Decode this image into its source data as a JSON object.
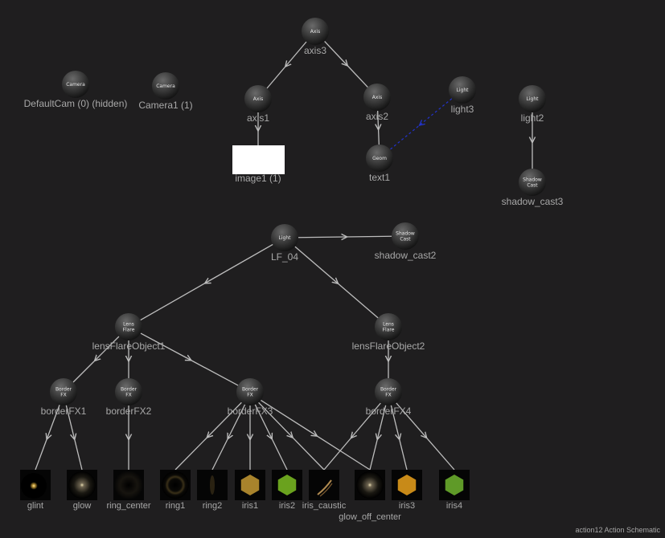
{
  "footer": "action12 Action Schematic",
  "types": {
    "axis": [
      "Axis"
    ],
    "camera": [
      "Camera"
    ],
    "light": [
      "Light"
    ],
    "geom": [
      "Geom"
    ],
    "shadow": [
      "Shadow",
      "Cast"
    ],
    "lens": [
      "Lens",
      "Flare"
    ],
    "border": [
      "Border",
      "FX"
    ]
  },
  "nodes": [
    {
      "id": "axis3",
      "label": "axis3",
      "type": "axis"
    },
    {
      "id": "defaultcam",
      "label": "DefaultCam (0) (hidden)",
      "type": "camera"
    },
    {
      "id": "camera1",
      "label": "Camera1 (1)",
      "type": "camera"
    },
    {
      "id": "axis1",
      "label": "axis1",
      "type": "axis"
    },
    {
      "id": "axis2",
      "label": "axis2",
      "type": "axis"
    },
    {
      "id": "light3",
      "label": "light3",
      "type": "light"
    },
    {
      "id": "light2",
      "label": "light2",
      "type": "light"
    },
    {
      "id": "image1",
      "label": "image1 (1)",
      "type": "image"
    },
    {
      "id": "text1",
      "label": "text1",
      "type": "geom"
    },
    {
      "id": "shadow_cast3",
      "label": "shadow_cast3",
      "type": "shadow"
    },
    {
      "id": "LF_04",
      "label": "LF_04",
      "type": "light"
    },
    {
      "id": "shadow_cast2",
      "label": "shadow_cast2",
      "type": "shadow"
    },
    {
      "id": "lfo1",
      "label": "lensFlareObject1",
      "type": "lens"
    },
    {
      "id": "lfo2",
      "label": "lensFlareObject2",
      "type": "lens"
    },
    {
      "id": "bfx1",
      "label": "borderFX1",
      "type": "border"
    },
    {
      "id": "bfx2",
      "label": "borderFX2",
      "type": "border"
    },
    {
      "id": "bfx3",
      "label": "borderFX3",
      "type": "border"
    },
    {
      "id": "bfx4",
      "label": "borderFX4",
      "type": "border"
    },
    {
      "id": "glint",
      "label": "glint",
      "type": "thumb",
      "thumb": "glint"
    },
    {
      "id": "glow",
      "label": "glow",
      "type": "thumb",
      "thumb": "glow"
    },
    {
      "id": "ring_center",
      "label": "ring_center",
      "type": "thumb",
      "thumb": "ring_center"
    },
    {
      "id": "ring1",
      "label": "ring1",
      "type": "thumb",
      "thumb": "ring"
    },
    {
      "id": "ring2",
      "label": "ring2",
      "type": "thumb",
      "thumb": "ring2"
    },
    {
      "id": "iris1",
      "label": "iris1",
      "type": "thumb",
      "thumb": "iris",
      "color": "#a8832c"
    },
    {
      "id": "iris2",
      "label": "iris2",
      "type": "thumb",
      "thumb": "iris",
      "color": "#6aa21e"
    },
    {
      "id": "iris_caustic",
      "label": "iris_caustic",
      "type": "thumb",
      "thumb": "caustic"
    },
    {
      "id": "glow_off_center",
      "label": "glow_off_center",
      "type": "thumb",
      "thumb": "glow"
    },
    {
      "id": "iris3",
      "label": "iris3",
      "type": "thumb",
      "thumb": "iris",
      "color": "#c88a18"
    },
    {
      "id": "iris4",
      "label": "iris4",
      "type": "thumb",
      "thumb": "iris",
      "color": "#5f9a28"
    }
  ],
  "edges": [
    [
      "axis3",
      "axis1"
    ],
    [
      "axis3",
      "axis2"
    ],
    [
      "axis1",
      "image1"
    ],
    [
      "axis2",
      "text1"
    ],
    [
      "light3",
      "text1",
      "light-link"
    ],
    [
      "light2",
      "shadow_cast3"
    ],
    [
      "LF_04",
      "shadow_cast2"
    ],
    [
      "LF_04",
      "lfo1"
    ],
    [
      "LF_04",
      "lfo2"
    ],
    [
      "lfo1",
      "bfx1"
    ],
    [
      "lfo1",
      "bfx2"
    ],
    [
      "lfo1",
      "bfx3"
    ],
    [
      "lfo2",
      "bfx4"
    ],
    [
      "bfx1",
      "glint"
    ],
    [
      "bfx1",
      "glow"
    ],
    [
      "bfx2",
      "ring_center"
    ],
    [
      "bfx3",
      "ring1"
    ],
    [
      "bfx3",
      "ring2"
    ],
    [
      "bfx3",
      "iris1"
    ],
    [
      "bfx3",
      "iris2"
    ],
    [
      "bfx3",
      "iris_caustic"
    ],
    [
      "bfx3",
      "glow_off_center"
    ],
    [
      "bfx4",
      "iris_caustic"
    ],
    [
      "bfx4",
      "glow_off_center"
    ],
    [
      "bfx4",
      "iris3"
    ],
    [
      "bfx4",
      "iris4"
    ]
  ]
}
